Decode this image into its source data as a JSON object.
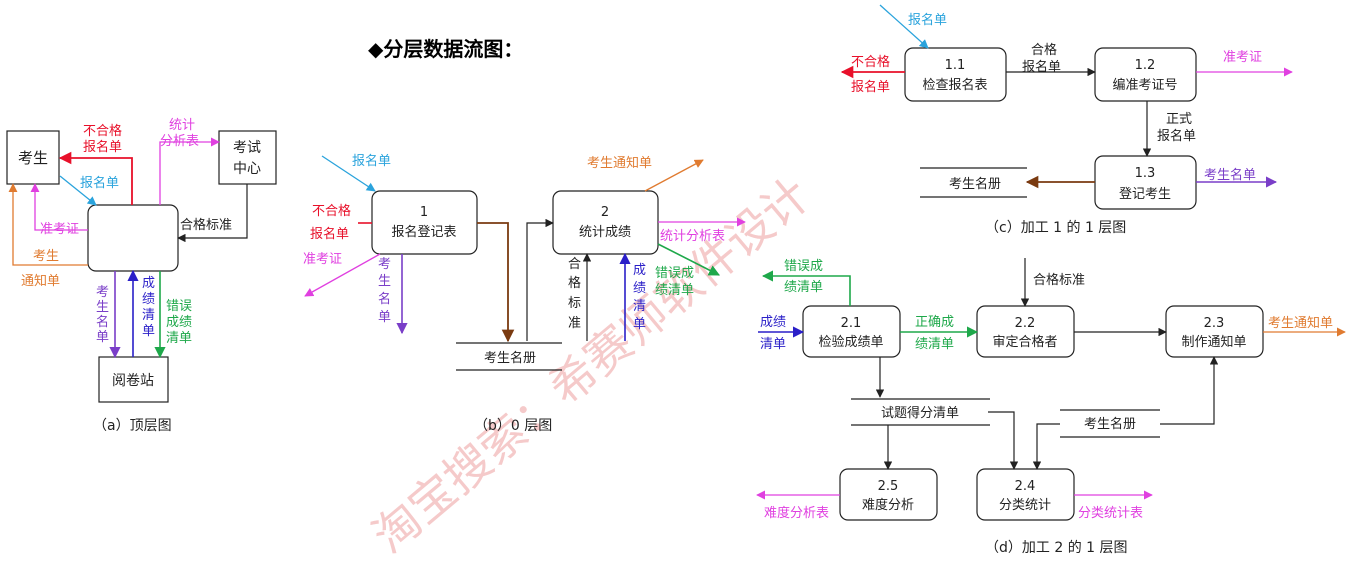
{
  "title": "◆分层数据流图：",
  "colors": {
    "black": "#222222",
    "red": "#e8102a",
    "magenta": "#e040e0",
    "blue": "#2aa3dc",
    "orange": "#e07b30",
    "purple": "#7a3ec8",
    "indigo": "#2a1fc8",
    "green": "#1ea84a",
    "brown": "#7a3a10",
    "watermark": "#f2b8b8"
  },
  "watermark": "淘宝搜索：希赛师软件设计",
  "diagrams": {
    "a": {
      "caption": "（a）顶层图",
      "student": "考生",
      "exam_center": [
        "考试",
        "中心"
      ],
      "review_station": "阅卷站",
      "fail_form": [
        "不合格",
        "报名单"
      ],
      "stats": [
        "统计",
        "分析表"
      ],
      "signup": "报名单",
      "criteria": "合格标准",
      "ticket": "准考证",
      "notice": [
        "考生",
        "通知单"
      ],
      "roster": [
        "考",
        "生",
        "名",
        "单"
      ],
      "scores": [
        "成",
        "绩",
        "清",
        "单"
      ],
      "error_scores": [
        "错误",
        "成绩",
        "清单"
      ]
    },
    "b": {
      "caption": "（b）0 层图",
      "p1": [
        "1",
        "报名登记表"
      ],
      "p2": [
        "2",
        "统计成绩"
      ],
      "signup": "报名单",
      "fail_form": [
        "不合格",
        "报名单"
      ],
      "ticket": "准考证",
      "roster": [
        "考",
        "生",
        "名",
        "单"
      ],
      "store": "考生名册",
      "notice": "考生通知单",
      "stats": "统计分析表",
      "error_scores": [
        "错误成",
        "绩清单"
      ],
      "criteria": [
        "合",
        "格",
        "标",
        "准"
      ],
      "scores": [
        "成",
        "绩",
        "清",
        "单"
      ]
    },
    "c": {
      "caption": "（c）加工 1 的 1 层图",
      "p11": [
        "1.1",
        "检查报名表"
      ],
      "p12": [
        "1.2",
        "编准考证号"
      ],
      "p13": [
        "1.3",
        "登记考生"
      ],
      "signup": "报名单",
      "fail_form": [
        "不合格",
        "报名单"
      ],
      "qualified": [
        "合格",
        "报名单"
      ],
      "ticket": "准考证",
      "formal": [
        "正式",
        "报名单"
      ],
      "store": "考生名册",
      "roster": "考生名单"
    },
    "d": {
      "caption": "（d）加工 2 的 1 层图",
      "p21": [
        "2.1",
        "检验成绩单"
      ],
      "p22": [
        "2.2",
        "审定合格者"
      ],
      "p23": [
        "2.3",
        "制作通知单"
      ],
      "p24": [
        "2.4",
        "分类统计"
      ],
      "p25": [
        "2.5",
        "难度分析"
      ],
      "error_scores": [
        "错误成",
        "绩清单"
      ],
      "criteria": "合格标准",
      "scores_in": [
        "成绩",
        "清单"
      ],
      "correct": [
        "正确成",
        "绩清单"
      ],
      "notice": "考生通知单",
      "score_store": "试题得分清单",
      "store": "考生名册",
      "difficulty": "难度分析表",
      "classify": "分类统计表"
    }
  }
}
